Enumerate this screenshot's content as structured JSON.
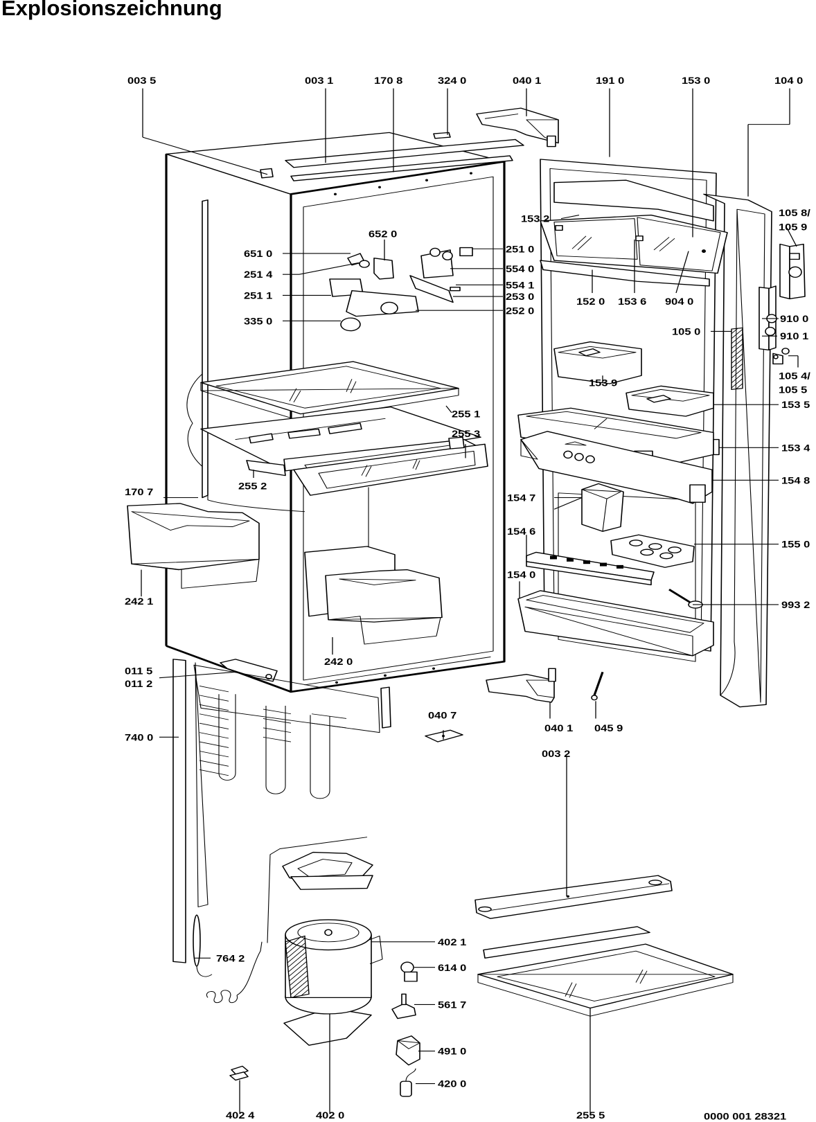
{
  "title": "Explosionszeichnung",
  "drawing_number": "0000 001 28321",
  "labels": {
    "l0035": "003 5",
    "l0031": "003 1",
    "l1708": "170 8",
    "l3240": "324 0",
    "l0401a": "040 1",
    "l1910": "191 0",
    "l1530": "153 0",
    "l1040": "104 0",
    "l1532": "153 2",
    "l1058": "105 8/",
    "l1059": "105 9",
    "l6520": "652 0",
    "l6510": "651 0",
    "l2514": "251 4",
    "l2511": "251 1",
    "l3350": "335 0",
    "l2510": "251 0",
    "l5540": "554 0",
    "l5541": "554 1",
    "l2530": "253 0",
    "l2520": "252 0",
    "l1520": "152 0",
    "l1536": "153 6",
    "l9040": "904 0",
    "l9100": "910 0",
    "l9101": "910 1",
    "l1050": "105 0",
    "l1054": "105 4/",
    "l1055": "105 5",
    "l1539": "153 9",
    "l1535": "153 5",
    "l1534": "153 4",
    "l1548": "154 8",
    "l1547": "154 7",
    "l1546": "154 6",
    "l1550": "155 0",
    "l1540": "154 0",
    "l9932": "993 2",
    "l2551": "255 1",
    "l2553": "255 3",
    "l2552": "255 2",
    "l1707": "170 7",
    "l2421": "242 1",
    "l2420": "242 0",
    "l0115": "011 5",
    "l0112": "011 2",
    "l7400": "740 0",
    "l7642": "764 2",
    "l0407": "040 7",
    "l0401b": "040 1",
    "l0459": "045 9",
    "l0032": "003 2",
    "l4021": "402 1",
    "l6140": "614 0",
    "l5617": "561 7",
    "l4910": "491 0",
    "l4200": "420 0",
    "l4024": "402 4",
    "l4020": "402 0",
    "l2555": "255 5"
  }
}
